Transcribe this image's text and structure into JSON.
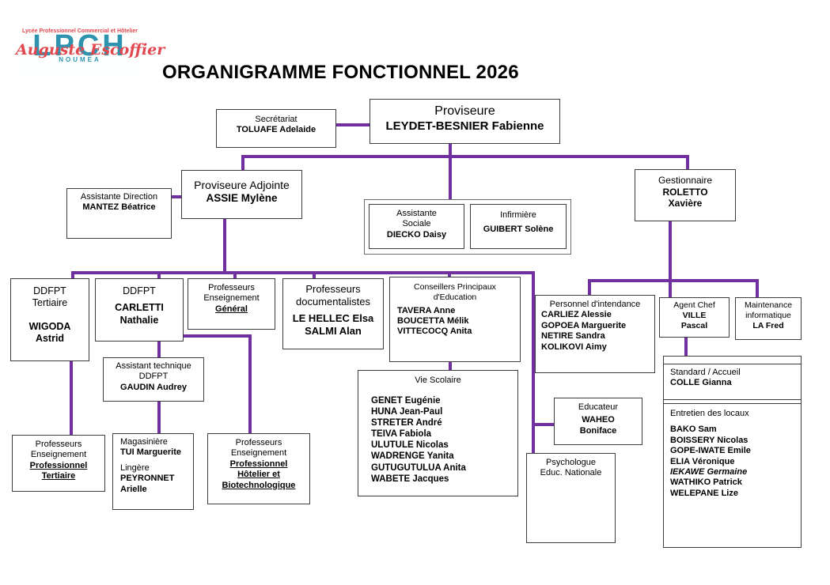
{
  "title": "ORGANIGRAMME FONCTIONNEL 2026",
  "logo": {
    "line1": "Lycée Professionnel Commercial et Hôtelier",
    "acronym": "LPCH",
    "script": "Auguste Escoffier",
    "city": "NOUMEA"
  },
  "colors": {
    "connector": "#7030A0",
    "box_border": "#3d3d3d",
    "logo_teal": "#2d93ae",
    "logo_red": "#e0474e"
  },
  "boxes": {
    "secretariat": {
      "role": "Secrétariat",
      "name": "TOLUAFE Adelaide"
    },
    "proviseure": {
      "role": "Proviseure",
      "name": "LEYDET-BESNIER Fabienne"
    },
    "assistante_direction": {
      "role": "Assistante Direction",
      "name": "MANTEZ Béatrice"
    },
    "proviseure_adjointe": {
      "role": "Proviseure Adjointe",
      "name": "ASSIE Mylène"
    },
    "assistante_sociale": {
      "role1": "Assistante",
      "role2": "Sociale",
      "name": "DIECKO Daisy"
    },
    "infirmiere": {
      "role": "Infirmière",
      "name": "GUIBERT Solène"
    },
    "gestionnaire": {
      "role": "Gestionnaire",
      "name1": "ROLETTO",
      "name2": "Xavière"
    },
    "ddfpt_tertiaire": {
      "role1": "DDFPT",
      "role2": "Tertiaire",
      "name1": "WIGODA",
      "name2": "Astrid"
    },
    "ddfpt_carletti": {
      "role": "DDFPT",
      "name1": "CARLETTI",
      "name2": "Nathalie"
    },
    "prof_general": {
      "line1": "Professeurs",
      "line2": "Enseignement",
      "line3": "Général"
    },
    "prof_doc": {
      "line1": "Professeurs",
      "line2": "documentalistes",
      "name1": "LE HELLEC Elsa",
      "name2": "SALMI Alan"
    },
    "cpe": {
      "role1": "Conseillers Principaux",
      "role2": "d'Education",
      "names": [
        "TAVERA Anne",
        "BOUCETTA Mélik",
        "VITTECOCQ Anita"
      ]
    },
    "intendance": {
      "role": "Personnel d'intendance",
      "names": [
        "CARLIEZ Alessie",
        "GOPOEA Marguerite",
        "NETIRE Sandra",
        "KOLIKOVI Aimy"
      ]
    },
    "agent_chef": {
      "role": "Agent Chef",
      "name1": "VILLE",
      "name2": "Pascal"
    },
    "maintenance": {
      "role1": "Maintenance",
      "role2": "informatique",
      "name": "LA Fred"
    },
    "assistant_technique": {
      "role1": "Assistant technique",
      "role2": "DDFPT",
      "name": "GAUDIN Audrey"
    },
    "vie_scolaire": {
      "role": "Vie Scolaire",
      "names": [
        "GENET Eugénie",
        "HUNA Jean-Paul",
        "STRETER André",
        "TEIVA Fabiola",
        "ULUTULE Nicolas",
        "WADRENGE Yanita",
        "GUTUGUTULUA Anita",
        "WABETE Jacques"
      ]
    },
    "educateur": {
      "role": "Educateur",
      "name1": "WAHEO",
      "name2": "Boniface"
    },
    "psychologue": {
      "role1": "Psychologue",
      "role2": "Educ. Nationale"
    },
    "prof_tertiaire": {
      "line1": "Professeurs",
      "line2": "Enseignement",
      "line3": "Professionnel",
      "line4": "Tertiaire"
    },
    "magasiniere": {
      "role1": "Magasinière",
      "name1": "TUI Marguerite",
      "role2": "Lingère",
      "name2": "PEYRONNET",
      "name3": "Arielle"
    },
    "prof_hotelier": {
      "line1": "Professeurs",
      "line2": "Enseignement",
      "line3": "Professionnel",
      "line4": "Hôtelier et",
      "line5": "Biotechnologique"
    },
    "standard_accueil": {
      "role": "Standard / Accueil",
      "name": "COLLE Gianna"
    },
    "entretien": {
      "role": "Entretien des locaux",
      "names": [
        "BAKO Sam",
        "BOISSERY Nicolas",
        "GOPE-IWATE Emile",
        "ELIA Véronique",
        "IEKAWE Germaine",
        "WATHIKO Patrick",
        "WELEPANE Lize"
      ]
    }
  }
}
